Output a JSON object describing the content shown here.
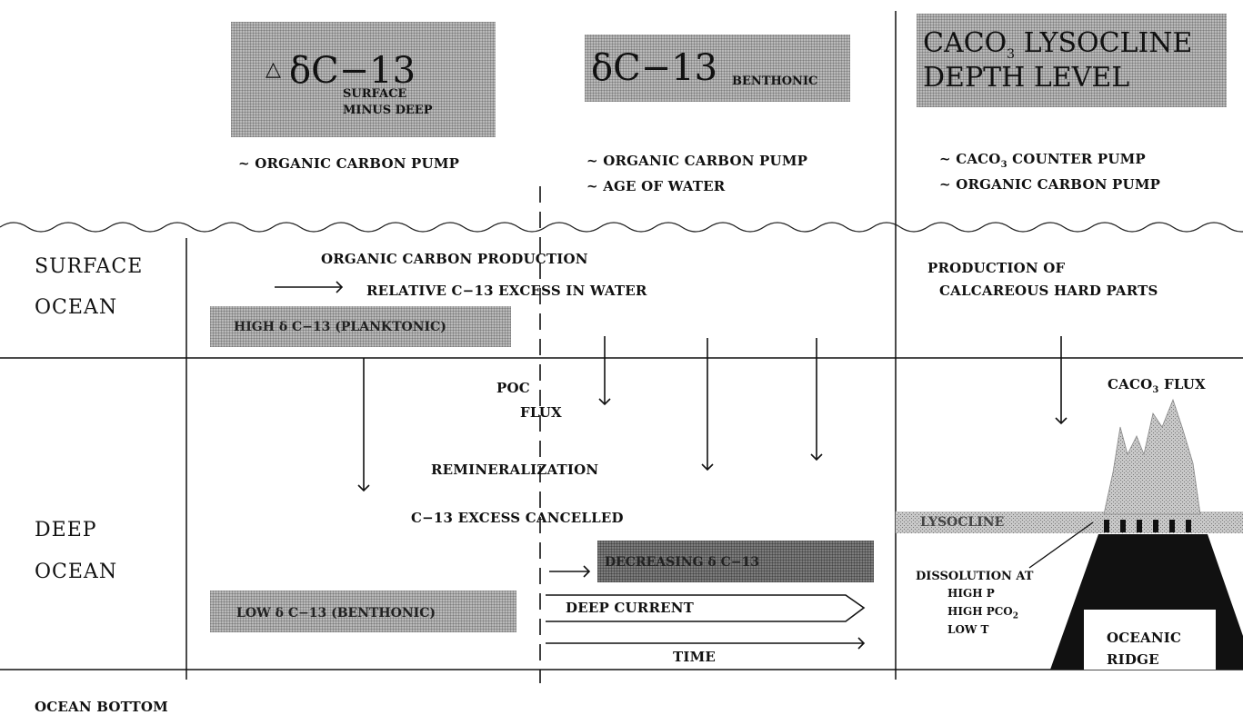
{
  "headers": {
    "delta_c13": {
      "symbol": "△",
      "main": "δC−13",
      "sub1": "SURFACE",
      "sub2": "MINUS DEEP"
    },
    "benthonic": {
      "main": "δC−13",
      "sub": "BENTHONIC"
    },
    "lysocline": {
      "line1_pre": "CACO",
      "line1_sub": "3",
      "line1_post": " LYSOCLINE",
      "line2": "DEPTH LEVEL"
    }
  },
  "proxies": {
    "col1": "~ ORGANIC CARBON PUMP",
    "col2_a": "~ ORGANIC CARBON PUMP",
    "col2_b": "~ AGE OF WATER",
    "col3_a_pre": "~ CACO",
    "col3_a_sub": "3",
    "col3_a_post": " COUNTER PUMP",
    "col3_b": "~ ORGANIC CARBON PUMP"
  },
  "zones": {
    "surface": "SURFACE",
    "surface2": "OCEAN",
    "deep": "DEEP",
    "deep2": "OCEAN",
    "bottom": "OCEAN BOTTOM"
  },
  "surface_text": {
    "production": "ORGANIC CARBON PRODUCTION",
    "excess": "RELATIVE C−13 EXCESS IN WATER",
    "high_box": "HIGH δ C−13 (PLANKTONIC)",
    "calc1": "PRODUCTION OF",
    "calc2": "CALCAREOUS HARD PARTS"
  },
  "deep_text": {
    "poc": "POC",
    "flux": "FLUX",
    "remin": "REMINERALIZATION",
    "cancelled": "C−13 EXCESS CANCELLED",
    "decreasing": "DECREASING δ C−13",
    "low_box": "LOW δ C−13 (BENTHONIC)",
    "deep_current": "DEEP CURRENT",
    "time": "TIME",
    "caco3_flux_pre": "CACO",
    "caco3_flux_sub": "3",
    "caco3_flux_post": " FLUX",
    "lysocline": "LYSOCLINE",
    "dissolution": "DISSOLUTION AT",
    "high_p": "HIGH P",
    "high_pco2_pre": "HIGH PCO",
    "high_pco2_sub": "2",
    "low_t": "LOW T",
    "ridge1": "OCEANIC",
    "ridge2": "RIDGE"
  }
}
